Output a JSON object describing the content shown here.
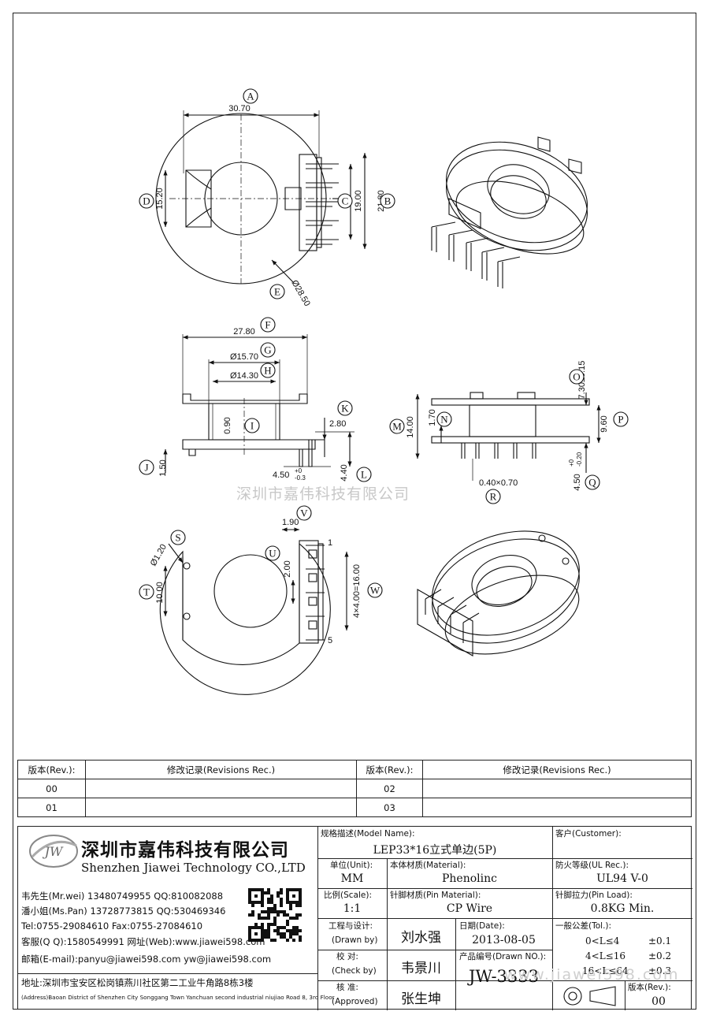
{
  "watermark": "深圳市嘉伟科技有限公司",
  "watermark_url": "www.jiawei598.com",
  "drawing": {
    "top_view": {
      "dims": {
        "A": "30.70",
        "B": "21.80",
        "C": "19.00",
        "D": "15.20",
        "E": "Ø28.50"
      },
      "markers": [
        "A",
        "B",
        "C",
        "D",
        "E"
      ]
    },
    "side_view": {
      "dims": {
        "F": "27.80",
        "G": "Ø15.70",
        "H": "Ø14.30",
        "I": "0.90",
        "K": "2.80",
        "J": "1.50",
        "L": "4.40",
        "pin": "4.50",
        "pin_tol_plus": "+0",
        "pin_tol_minus": "-0.3"
      },
      "markers": [
        "F",
        "G",
        "H",
        "I",
        "J",
        "K",
        "L"
      ]
    },
    "front_view": {
      "dims": {
        "M": "14.00",
        "N": "1.70",
        "O": "7.30±0.15",
        "P": "9.60",
        "Q": "4.50",
        "Q_tol_plus": "+0",
        "Q_tol_minus": "-0.20",
        "R": "0.40×0.70"
      },
      "markers": [
        "M",
        "N",
        "O",
        "P",
        "Q",
        "R"
      ]
    },
    "bottom_view": {
      "dims": {
        "S": "Ø1.20",
        "T": "10.00",
        "U": "2.00",
        "V": "1.90",
        "W": "4×4.00=16.00"
      },
      "pin_first": "1",
      "pin_last": "5",
      "markers": [
        "S",
        "T",
        "U",
        "V",
        "W"
      ]
    }
  },
  "revisions": {
    "col_rev": "版本(Rev.):",
    "col_rec": "修改记录(Revisions Rec.)",
    "rows": [
      [
        "00",
        "",
        "02",
        ""
      ],
      [
        "01",
        "",
        "03",
        ""
      ]
    ]
  },
  "company": {
    "logo_text": "JW",
    "name_cn": "深圳市嘉伟科技有限公司",
    "name_en": "Shenzhen Jiawei Technology CO.,LTD",
    "contacts": [
      "韦先生(Mr.wei) 13480749955 QQ:810082088",
      "潘小姐(Ms.Pan) 13728773815 QQ:530469346",
      "Tel:0755-29084610      Fax:0755-27084610",
      "客服(Q Q):1580549991   网址(Web):www.jiawei598.com",
      "邮箱(E-mail):panyu@jiawei598.com  yw@jiawei598.com"
    ],
    "address_cn": "地址:深圳市宝安区松岗镇燕川社区第二工业牛角路8栋3楼",
    "address_en": "(Address)Baoan District of Shenzhen City Songgang Town Yanchuan  second industrial niujiao Road 8, 3rd Floor"
  },
  "title_block": {
    "model_label": "规格描述(Model Name):",
    "model": "LEP33*16立式单边(5P)",
    "customer_label": "客户(Customer):",
    "customer": "",
    "unit_label": "单位(Unit):",
    "unit": "MM",
    "material_label": "本体材质(Material):",
    "material": "Phenolinc",
    "ul_label": "防火等级(UL Rec.):",
    "ul": "UL94 V-0",
    "scale_label": "比例(Scale):",
    "scale": "1:1",
    "pin_material_label": "针脚材质(Pin Material):",
    "pin_material": "CP Wire",
    "pin_load_label": "针脚拉力(Pin Load):",
    "pin_load": "0.8KG Min.",
    "drawn_label_cn": "工程与设计:",
    "drawn_label_en": "(Drawn by)",
    "drawn": "刘水强",
    "date_label": "日期(Date):",
    "date": "2013-08-05",
    "tol_label": "一般公差(Tol.):",
    "tol": [
      [
        "0<L≤4",
        "±0.1"
      ],
      [
        "4<L≤16",
        "±0.2"
      ],
      [
        "16<L≤64",
        "±0.3"
      ]
    ],
    "check_label_cn": "校  对:",
    "check_label_en": "(Check by)",
    "check": "韦景川",
    "drawn_no_label": "产品编号(Drawn NO.):",
    "drawn_no": "JW-3333",
    "approved_label_cn": "核  准:",
    "approved_label_en": "(Approved)",
    "approved": "张生坤",
    "rev_label": "版本(Rev.):",
    "rev": "00"
  }
}
